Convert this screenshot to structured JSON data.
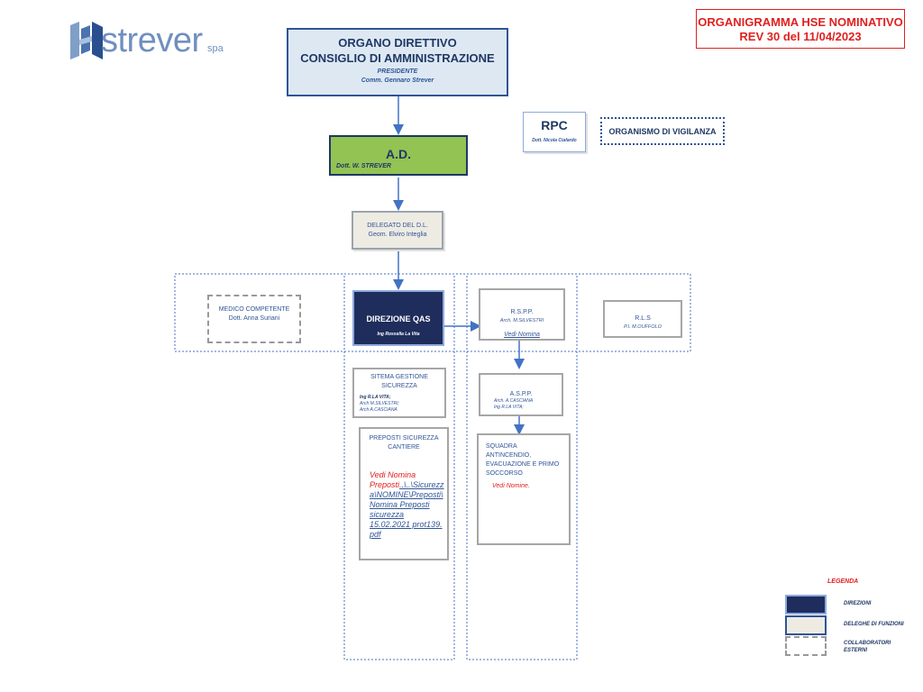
{
  "logo": {
    "name": "strever",
    "suffix": "spa"
  },
  "revision": {
    "title": "ORGANIGRAMMA HSE NOMINATIVO",
    "rev": "REV 30 del 11/04/2023"
  },
  "board": {
    "line1": "ORGANO DIRETTIVO",
    "line2": "CONSIGLIO DI AMMINISTRAZIONE",
    "role": "PRESIDENTE",
    "person": "Comm.  Gennaro Strever"
  },
  "rpc": {
    "title": "RPC",
    "person": "Dott. Nicola Ciafardo"
  },
  "odv": {
    "title": "ORGANISMO DI VIGILANZA"
  },
  "ad": {
    "title": "A.D.",
    "person": "Dott. W. STREVER"
  },
  "delegato": {
    "line1": "DELEGATO DEL D.L.",
    "line2": "Geom. Elviro Integlia"
  },
  "medico": {
    "line1": "MEDICO COMPETENTE",
    "line2": "Dott. Anna Suriani"
  },
  "qas": {
    "title": "DIREZIONE QAS",
    "person": "Ing Rossella La Vita"
  },
  "rspp": {
    "title": "R.S.P.P.",
    "person": "Arch. M.SILVESTRI",
    "link": "Vedi Nomina"
  },
  "rls": {
    "title": "R.L.S",
    "person": "P.I. M.OUFFOLO"
  },
  "sgs": {
    "line1": "SITEMA GESTIONE",
    "line2": "SICUREZZA",
    "p1": "Ing R.LA VITA;",
    "p2": "Arch M.SILVESTRI;",
    "p3": "Arch  A.CASCIANA"
  },
  "aspp": {
    "title": "A.S.P.P.",
    "p1": "Arch. A.CASCIANA",
    "p2": "Ing R.LA VITA;"
  },
  "preposti": {
    "line1": "PREPOSTI SICUREZZA",
    "line2": "CANTIERE",
    "red1": "Vedi Nomina",
    "red2": "Preposti",
    "link": [
      "..\\..\\Sicurezz",
      "a\\NOMINE\\Preposti\\",
      "Nomina Preposti",
      "sicurezza",
      "15.02.2021  prot139.",
      "pdf"
    ]
  },
  "squadra": {
    "line1": "SQUADRA",
    "line2": "ANTINCENDIO,",
    "line3": "EVACUAZIONE E PRIMO",
    "line4": "SOCCORSO",
    "note": "Vedi Nomine."
  },
  "legend": {
    "title": "LEGENDA",
    "items": [
      "DIREZIONI",
      "DELEGHE DI FUNZIONI",
      "COLLABORATORI",
      "ESTERNI"
    ]
  },
  "colors": {
    "navy": "#1f3864",
    "green": "#92c353",
    "lightblue": "#dde8f3",
    "beige": "#eeebe3",
    "accent": "#4472c4",
    "red": "#e02020"
  }
}
